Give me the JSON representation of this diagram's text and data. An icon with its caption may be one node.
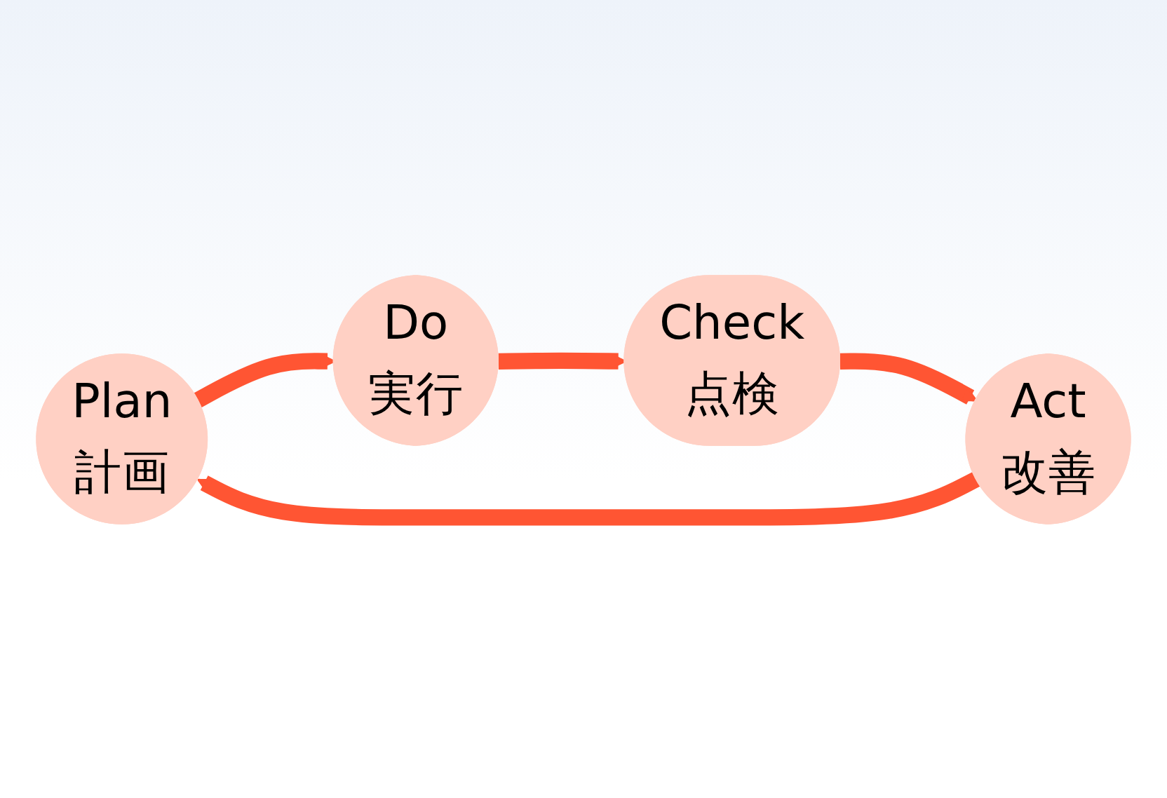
{
  "diagram": {
    "nodes": [
      {
        "text": [
          "Plan",
          "計画"
        ]
      },
      {
        "text": [
          "Do",
          "実行"
        ]
      },
      {
        "text": [
          "Check",
          "点検"
        ]
      },
      {
        "text": [
          "Act",
          "改善"
        ]
      }
    ],
    "edges": [
      {
        "from": 0,
        "to": 1,
        "arrow": "to"
      },
      {
        "from": 1,
        "to": 2,
        "arrow": "to"
      },
      {
        "from": 2,
        "to": 3,
        "arrow": "to"
      },
      {
        "from": 3,
        "to": 0,
        "arrow": "to"
      }
    ]
  }
}
